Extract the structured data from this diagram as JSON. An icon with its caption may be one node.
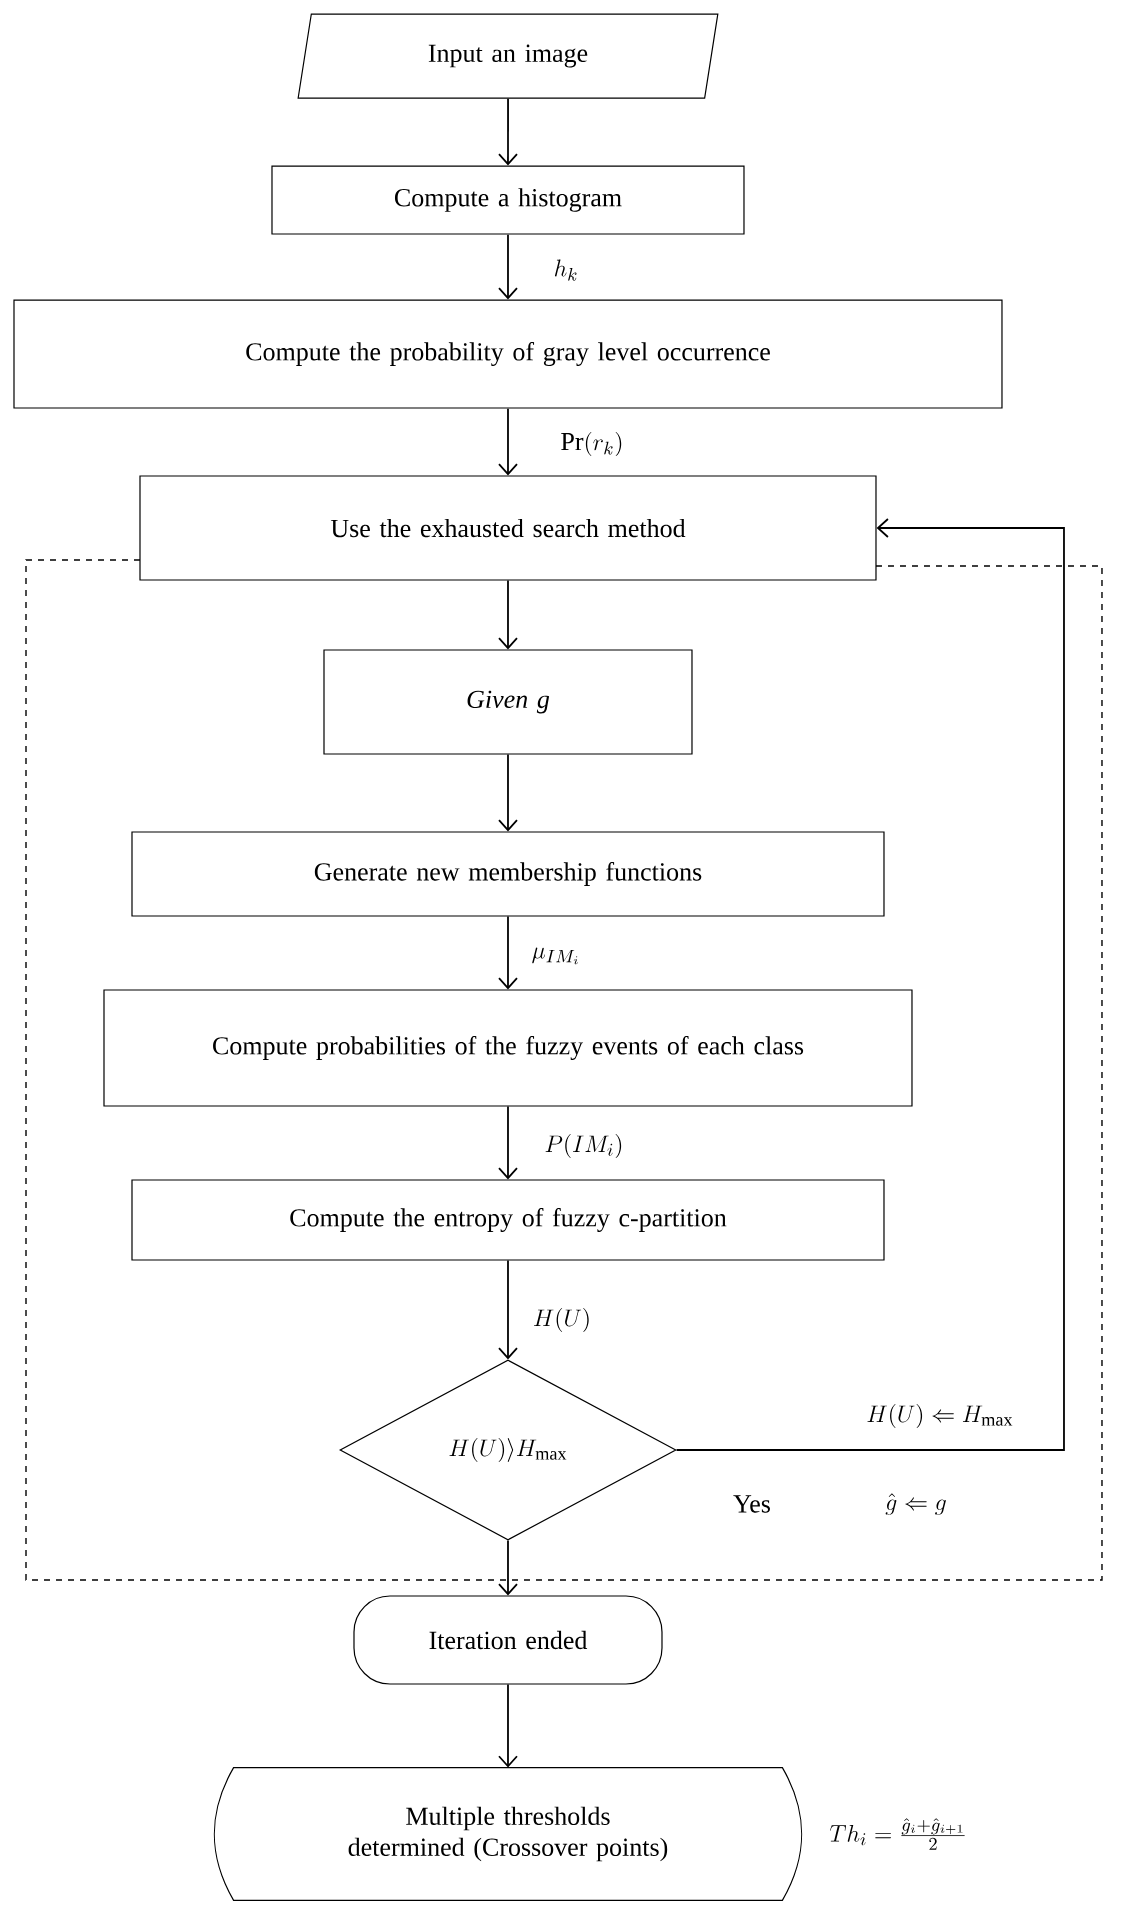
{
  "diagram": {
    "nodes": [
      {
        "text": [
          "Input an image"
        ]
      },
      {
        "text": [
          "Compute a histogram"
        ]
      },
      {
        "text": [
          "Compute the probability of gray level occurrence"
        ]
      },
      {
        "text": [
          "Use the exhausted search method"
        ]
      },
      {
        "text": [
          "Given g"
        ]
      },
      {
        "text": [
          "Generate new membership functions"
        ]
      },
      {
        "text": [
          "Compute probabilities of the fuzzy events of each class"
        ]
      },
      {
        "text": [
          "Compute the entropy of fuzzy c-partition"
        ]
      },
      {
        "text": [
          "H(U) \\rangle H_{\\max}"
        ]
      },
      {
        "text": [
          "Iteration ended"
        ]
      },
      {
        "text": [
          "Multiple thresholds determined (Crossover points)"
        ],
        "beside": [
          "Th_i = \\frac{\\hat{g}_i + \\hat{g}_{i+1}}{2}"
        ]
      }
    ],
    "edges": [
      {
        "from": 0,
        "to": 1,
        "arrow": "to"
      },
      {
        "from": 1,
        "to": 2,
        "arrow": "to",
        "label": "h_k"
      },
      {
        "from": 2,
        "to": 3,
        "arrow": "to",
        "label": "\\Pr(r_k)"
      },
      {
        "from": 3,
        "to": 4,
        "arrow": "to"
      },
      {
        "from": 4,
        "to": 5,
        "arrow": "to"
      },
      {
        "from": 5,
        "to": 6,
        "arrow": "to",
        "label": "\\mu_{IM_i}"
      },
      {
        "from": 6,
        "to": 7,
        "arrow": "to",
        "label": "P(IM_i)"
      },
      {
        "from": 7,
        "to": 8,
        "arrow": "to",
        "label": "H(U)"
      },
      {
        "from": 8,
        "to": 3,
        "arrow": "to",
        "label": "H(U) \\Leftarrow H_{\\max}"
      },
      {
        "from": 8,
        "to": 9,
        "arrow": "to"
      },
      {
        "from": 9,
        "to": 10,
        "arrow": "to"
      }
    ],
    "labels": [
      "Yes",
      "\\hat{g} \\Leftarrow g"
    ]
  }
}
